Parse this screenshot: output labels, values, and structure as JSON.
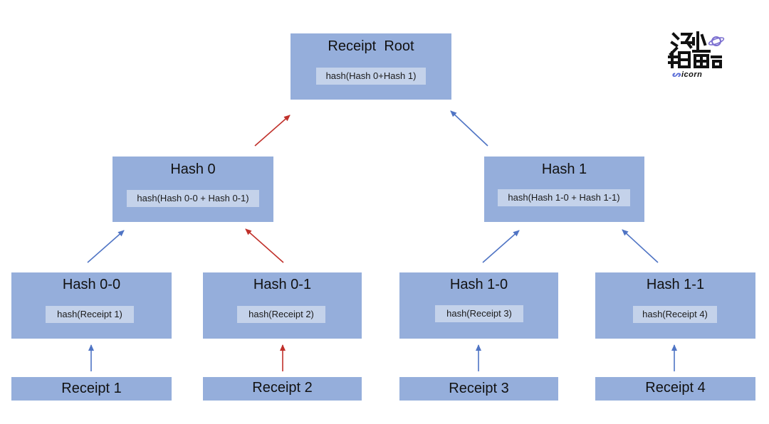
{
  "diagram": {
    "root": {
      "title": "Receipt  Root",
      "formula": "hash(Hash 0+Hash 1)"
    },
    "hash0": {
      "title": "Hash 0",
      "formula": "hash(Hash 0-0 + Hash 0-1)"
    },
    "hash1": {
      "title": "Hash 1",
      "formula": "hash(Hash 1-0 + Hash 1-1)"
    },
    "hash00": {
      "title": "Hash 0-0",
      "formula": "hash(Receipt 1)"
    },
    "hash01": {
      "title": "Hash 0-1",
      "formula": "hash(Receipt 2)"
    },
    "hash10": {
      "title": "Hash 1-0",
      "formula": "hash(Receipt 3)"
    },
    "hash11": {
      "title": "Hash 1-1",
      "formula": "hash(Receipt 4)"
    },
    "receipts": [
      "Receipt 1",
      "Receipt 2",
      "Receipt 3",
      "Receipt 4"
    ],
    "colors": {
      "node_fill": "#95aedb",
      "formula_fill": "#c4d2ea",
      "arrow_blue": "#4f74c4",
      "arrow_red": "#c0302a"
    }
  },
  "logo": {
    "icon": "planet-icon",
    "wordmark": "icorn"
  }
}
